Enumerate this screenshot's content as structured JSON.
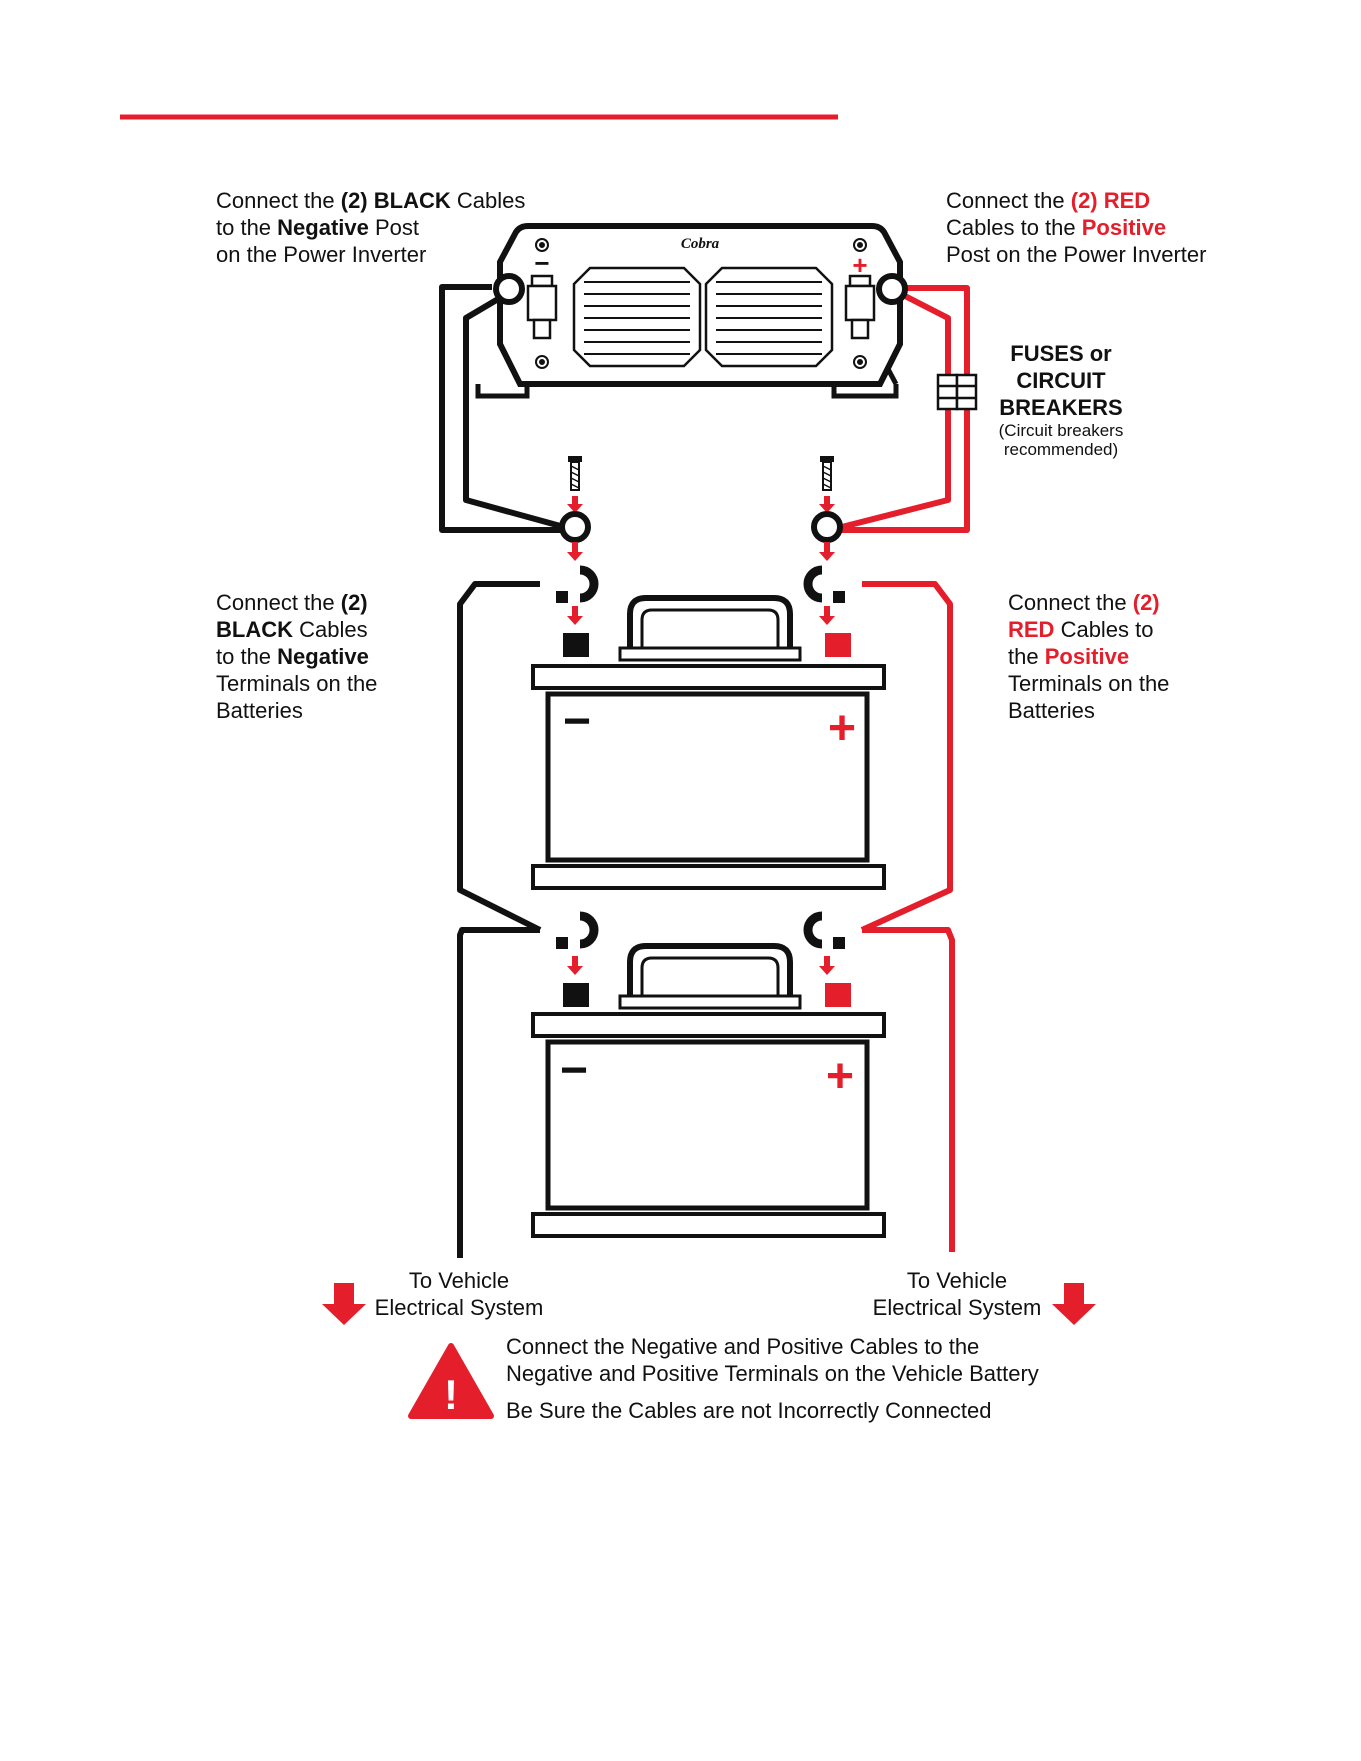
{
  "colors": {
    "accent": "#e41e2b",
    "cable_black": "#111111",
    "cable_red": "#e41e2b"
  },
  "inverter": {
    "brand": "Cobra",
    "neg_symbol": "−",
    "pos_symbol": "+"
  },
  "battery": {
    "neg_symbol": "−",
    "pos_symbol": "+"
  },
  "labels": {
    "inverter_black": {
      "l1a": "Connect the ",
      "l1b": "(2) BLACK",
      "l1c": " Cables",
      "l2a": "to the ",
      "l2b": "Negative",
      "l2c": " Post",
      "l3": "on the Power Inverter"
    },
    "inverter_red": {
      "l1a": "Connect the ",
      "l1b": "(2) RED",
      "l2a": "Cables to the ",
      "l2b": "Positive",
      "l3": "Post on the Power Inverter"
    },
    "fuses": {
      "l1": "FUSES or",
      "l2": "CIRCUIT",
      "l3": "BREAKERS",
      "l4": "(Circuit breakers",
      "l5": "recommended)"
    },
    "battery_black": {
      "l1a": "Connect the ",
      "l1b": "(2)",
      "l2a": "BLACK",
      "l2b": " Cables",
      "l3a": "to the ",
      "l3b": "Negative",
      "l4": "Terminals on the",
      "l5": "Batteries"
    },
    "battery_red": {
      "l1a": "Connect the ",
      "l1b": "(2)",
      "l2a": "RED",
      "l2b": " Cables to",
      "l3a": "the ",
      "l3b": "Positive",
      "l4": "Terminals on the",
      "l5": "Batteries"
    },
    "vehicle_left": {
      "l1": "To Vehicle",
      "l2": "Electrical System"
    },
    "vehicle_right": {
      "l1": "To Vehicle",
      "l2": "Electrical System"
    },
    "warning": {
      "l1": "Connect the Negative and Positive Cables to the",
      "l2": "Negative and Positive Terminals on the Vehicle Battery",
      "l3": "Be Sure the Cables are not Incorrectly Connected",
      "icon_mark": "!"
    }
  }
}
